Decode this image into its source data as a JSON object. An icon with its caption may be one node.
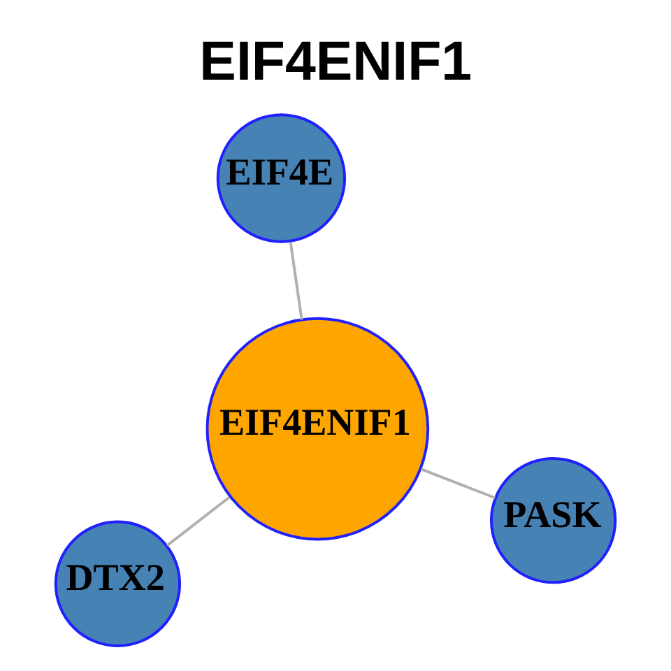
{
  "diagram": {
    "title": "EIF4ENIF1",
    "nodes": [
      {
        "text": [
          "DTX2"
        ]
      },
      {
        "text": [
          "PASK"
        ]
      },
      {
        "text": [
          "EIF4ENIF1"
        ]
      },
      {
        "text": [
          "EIF4E"
        ]
      }
    ],
    "edges": [
      {
        "from": 1,
        "to": 2,
        "arrow": "none"
      },
      {
        "from": 2,
        "to": 0,
        "arrow": "none"
      },
      {
        "from": 2,
        "to": 3,
        "arrow": "none"
      }
    ]
  }
}
